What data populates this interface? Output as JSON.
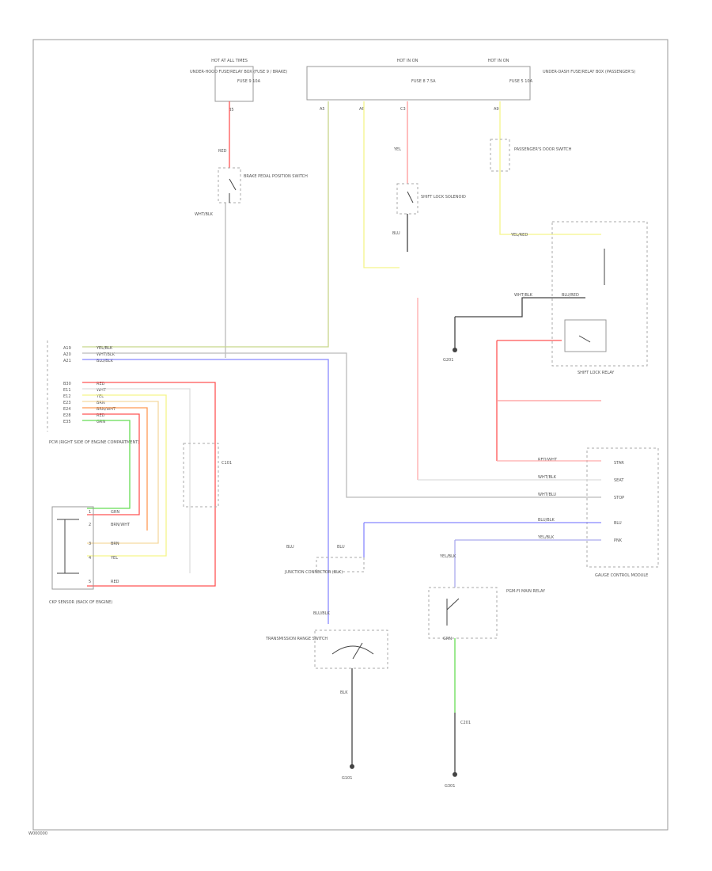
{
  "diagram": {
    "footer_code": "W000000",
    "colors": {
      "red": "#ff5555",
      "yellow": "#f5f58a",
      "yellow_green": "#c8d68a",
      "orange": "#ff9a55",
      "blue": "#8888ff",
      "green": "#66dd55",
      "black": "#444444",
      "grey": "#bbbbbb",
      "pink": "#ffaaaa"
    },
    "fuse_top_left": {
      "title": "HOT AT ALL TIMES",
      "label": "UNDER-HOOD FUSE/RELAY BOX (FUSE 9 / BRAKE)",
      "fuse": "FUSE 9 10A",
      "pin": "B5"
    },
    "fuse_top_mid": {
      "title": "HOT IN ON",
      "fuse": "FUSE 8 7.5A",
      "pins": [
        "A5",
        "A6",
        "C3"
      ]
    },
    "fuse_top_right": {
      "title": "HOT IN ON",
      "fuse": "FUSE 5 10A",
      "label": "UNDER-DASH FUSE/RELAY BOX (PASSENGER'S)",
      "pin": "A9"
    },
    "brake_switch": {
      "label": "BRAKE PEDAL POSITION SWITCH",
      "wire_in": "RED",
      "wire_out": "WHT/BLK"
    },
    "shift_lock": {
      "label": "SHIFT LOCK SOLENOID",
      "wire_in": "YEL",
      "wire_out": "BLU"
    },
    "passenger_switch": {
      "label": "PASSENGER'S DOOR SWITCH",
      "wire": "YEL/RED"
    },
    "pcm": {
      "label": "PCM (RIGHT SIDE OF ENGINE COMPARTMENT)",
      "pins": [
        "A19",
        "A20",
        "A21",
        "B30",
        "E11",
        "E12",
        "E23",
        "E24",
        "E28",
        "E35"
      ],
      "wires": [
        "YEL/BLK",
        "WHT/BLK",
        "BLU/BLK",
        "RED",
        "WHT",
        "YEL",
        "BRN",
        "BRN/WHT",
        "RED",
        "GRN"
      ]
    },
    "ckp_sensor": {
      "label": "CKP SENSOR (BACK OF ENGINE)",
      "pins": [
        "1",
        "2",
        "3",
        "4",
        "5"
      ],
      "wires": [
        "GRN",
        "BRN/WHT",
        "BRN",
        "YEL",
        "RED"
      ]
    },
    "junction_connector": {
      "label": "JUNCTION CONNECTOR (BLK)",
      "wires": [
        "BLU",
        "BLU"
      ]
    },
    "relay_right": {
      "label": "SHIFT LOCK RELAY",
      "pins": [
        "BLU/RED",
        "WHT/BLK"
      ]
    },
    "gauge_box": {
      "label": "GAUGE CONTROL MODULE",
      "pins": [
        "STAR",
        "SEAT",
        "STOP",
        "BLU",
        "PNK"
      ],
      "wires": [
        "RED/WHT",
        "WHT/BLK",
        "WHT/BLU",
        "BLU/BLK",
        "YEL/BLK"
      ]
    },
    "tps": {
      "label": "TRANSMISSION RANGE SWITCH",
      "wire_in": "BLU/BLK",
      "wire_out": "BLK"
    },
    "pgm_fi": {
      "label": "PGM-FI MAIN RELAY",
      "wire_in": "YEL/BLK",
      "wire_out": "GRN"
    },
    "ground_left": {
      "label": "G101"
    },
    "ground_mid": {
      "label": "G201"
    },
    "ground_right": {
      "label": "G301"
    },
    "connector_left": {
      "label": "C101"
    },
    "connector_right": {
      "label": "C201"
    }
  }
}
